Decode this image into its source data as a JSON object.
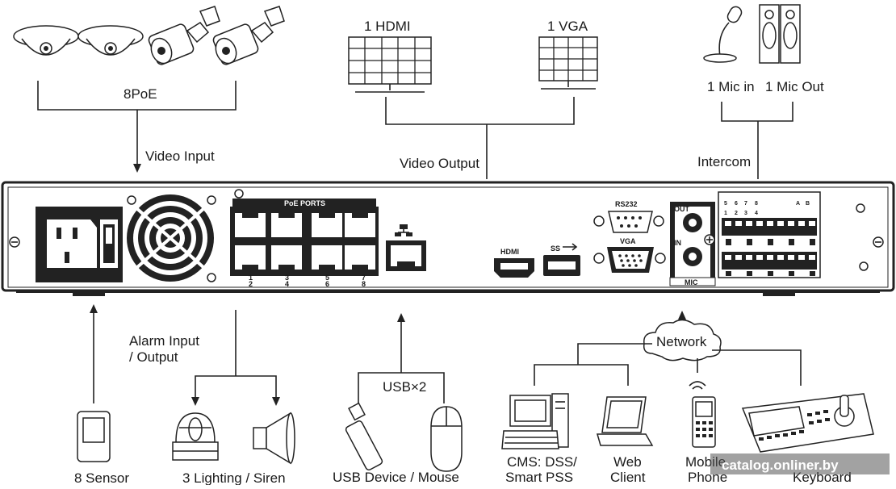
{
  "labels": {
    "poe": "8PoE",
    "video_input": "Video Input",
    "hdmi": "1 HDMI",
    "vga": "1 VGA",
    "video_output": "Video Output",
    "mic_in": "1 Mic in",
    "mic_out": "1 Mic Out",
    "intercom": "Intercom",
    "alarm_io_line1": "Alarm Input",
    "alarm_io_line2": "/ Output",
    "usb_x2": "USB×2",
    "network": "Network",
    "sensor": "8 Sensor",
    "lighting_siren": "3 Lighting / Siren",
    "usb_device_mouse": "USB Device / Mouse",
    "cms_line1": "CMS: DSS/",
    "cms_line2": "Smart PSS",
    "web_line1": "Web",
    "web_line2": "Client",
    "mobile_line1": "Mobile",
    "mobile_line2": "Phone",
    "keyboard_line2": "Keyboard"
  },
  "panel": {
    "poe_ports": "PoE PORTS",
    "port_numbers": [
      "1",
      "2",
      "3",
      "4",
      "5",
      "6",
      "7",
      "8"
    ],
    "rs232": "RS232",
    "vga": "VGA",
    "mic": "MIC",
    "mic_out": "OUT",
    "mic_in": "IN",
    "hdmi_logo": "HDMI",
    "usb_logo": "SS",
    "alarm_top_numbers": [
      "5",
      "6",
      "7",
      "8",
      "",
      "",
      "A",
      "B",
      ""
    ],
    "alarm_bottom_numbers": [
      "1",
      "2",
      "3",
      "4",
      "",
      "",
      "",
      "",
      ""
    ]
  },
  "watermark": "catalog.onliner.by"
}
